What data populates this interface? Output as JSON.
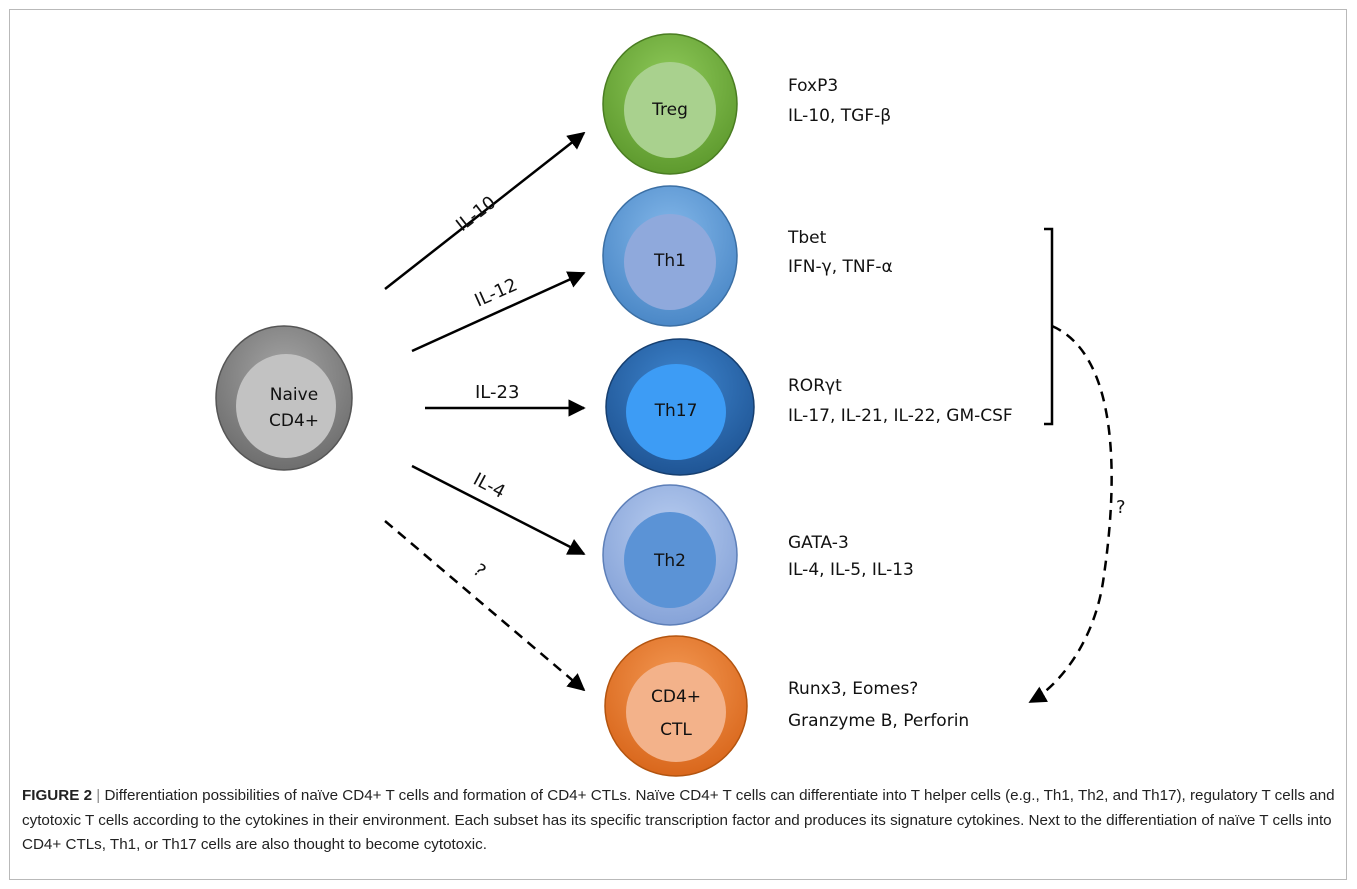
{
  "figure": {
    "label": "FIGURE 2",
    "separator": "|",
    "caption": "Differentiation possibilities of naïve CD4+ T cells and formation of CD4+ CTLs. Naïve CD4+ T cells can differentiate into T helper cells (e.g., Th1, Th2, and Th17), regulatory T cells and cytotoxic T cells according to the cytokines in their environment. Each subset has its specific transcription factor and produces its signature cytokines. Next to the differentiation of naïve T cells into CD4+ CTLs, Th1, or Th17 cells are also thought to become cytotoxic."
  },
  "source_cell": {
    "line1": "Naive",
    "line2": "CD4+",
    "color": "#8c8c8c",
    "inner_color": "#c2c2c2"
  },
  "cells": [
    {
      "id": "treg",
      "line1": "Treg",
      "line2": "",
      "color": "#76b53f",
      "inner_color": "#a9d18e",
      "marker1": "FoxP3",
      "marker2": "IL-10, TGF-β"
    },
    {
      "id": "th1",
      "line1": "Th1",
      "line2": "",
      "color": "#6ea6dd",
      "inner_color": "#8fa9dc",
      "marker1": "Tbet",
      "marker2": "IFN-γ, TNF-α"
    },
    {
      "id": "th17",
      "line1": "Th17",
      "line2": "",
      "color": "#2f6fb5",
      "inner_color": "#3d9cf5",
      "marker1": "RORγt",
      "marker2": "IL-17, IL-21, IL-22, GM-CSF"
    },
    {
      "id": "th2",
      "line1": "Th2",
      "line2": "",
      "color": "#9fb8e4",
      "inner_color": "#5b93d6",
      "marker1": "GATA-3",
      "marker2": "IL-4, IL-5, IL-13"
    },
    {
      "id": "ctl",
      "line1": "CD4+",
      "line2": "CTL",
      "color": "#ee7e2e",
      "inner_color": "#f3b28a",
      "marker1": "Runx3, Eomes?",
      "marker2": "Granzyme B, Perforin"
    }
  ],
  "arrows": [
    {
      "target": "treg",
      "label": "IL-10",
      "dashed": false
    },
    {
      "target": "th1",
      "label": "IL-12",
      "dashed": false
    },
    {
      "target": "th17",
      "label": "IL-23",
      "dashed": false
    },
    {
      "target": "th2",
      "label": "IL-4",
      "dashed": false
    },
    {
      "target": "ctl",
      "label": "?",
      "dashed": true
    }
  ],
  "feedback": {
    "label": "?",
    "dashed": true
  }
}
